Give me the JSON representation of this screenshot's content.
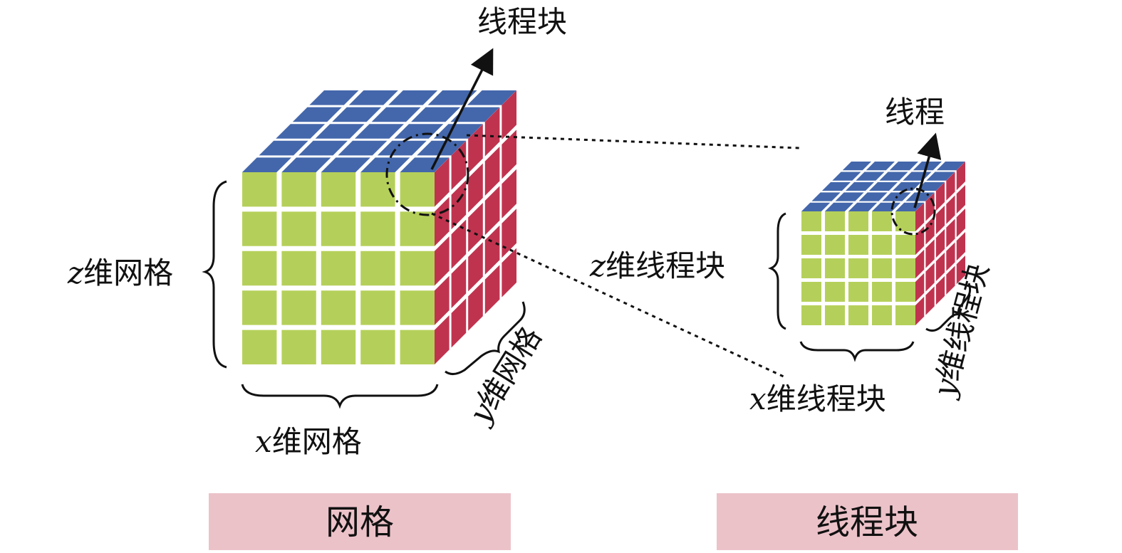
{
  "grid": {
    "cube_label": "线程块",
    "z_axis": {
      "var": "z",
      "text": "维网格"
    },
    "x_axis": {
      "var": "x",
      "text": "维网格"
    },
    "y_axis": {
      "var": "y",
      "text": "维网格"
    },
    "caption": "网格",
    "cells": 5
  },
  "block": {
    "cube_label": "线程",
    "z_axis": {
      "var": "z",
      "text": "维线程块"
    },
    "x_axis": {
      "var": "x",
      "text": "维线程块"
    },
    "y_axis": {
      "var": "y",
      "text": "维线程块"
    },
    "caption": "线程块",
    "cells": 5
  },
  "colors": {
    "front": "#b5d05a",
    "top": "#4467ab",
    "side": "#c0334f",
    "caption_bg": "#ecc2c9",
    "line": "#111111"
  }
}
